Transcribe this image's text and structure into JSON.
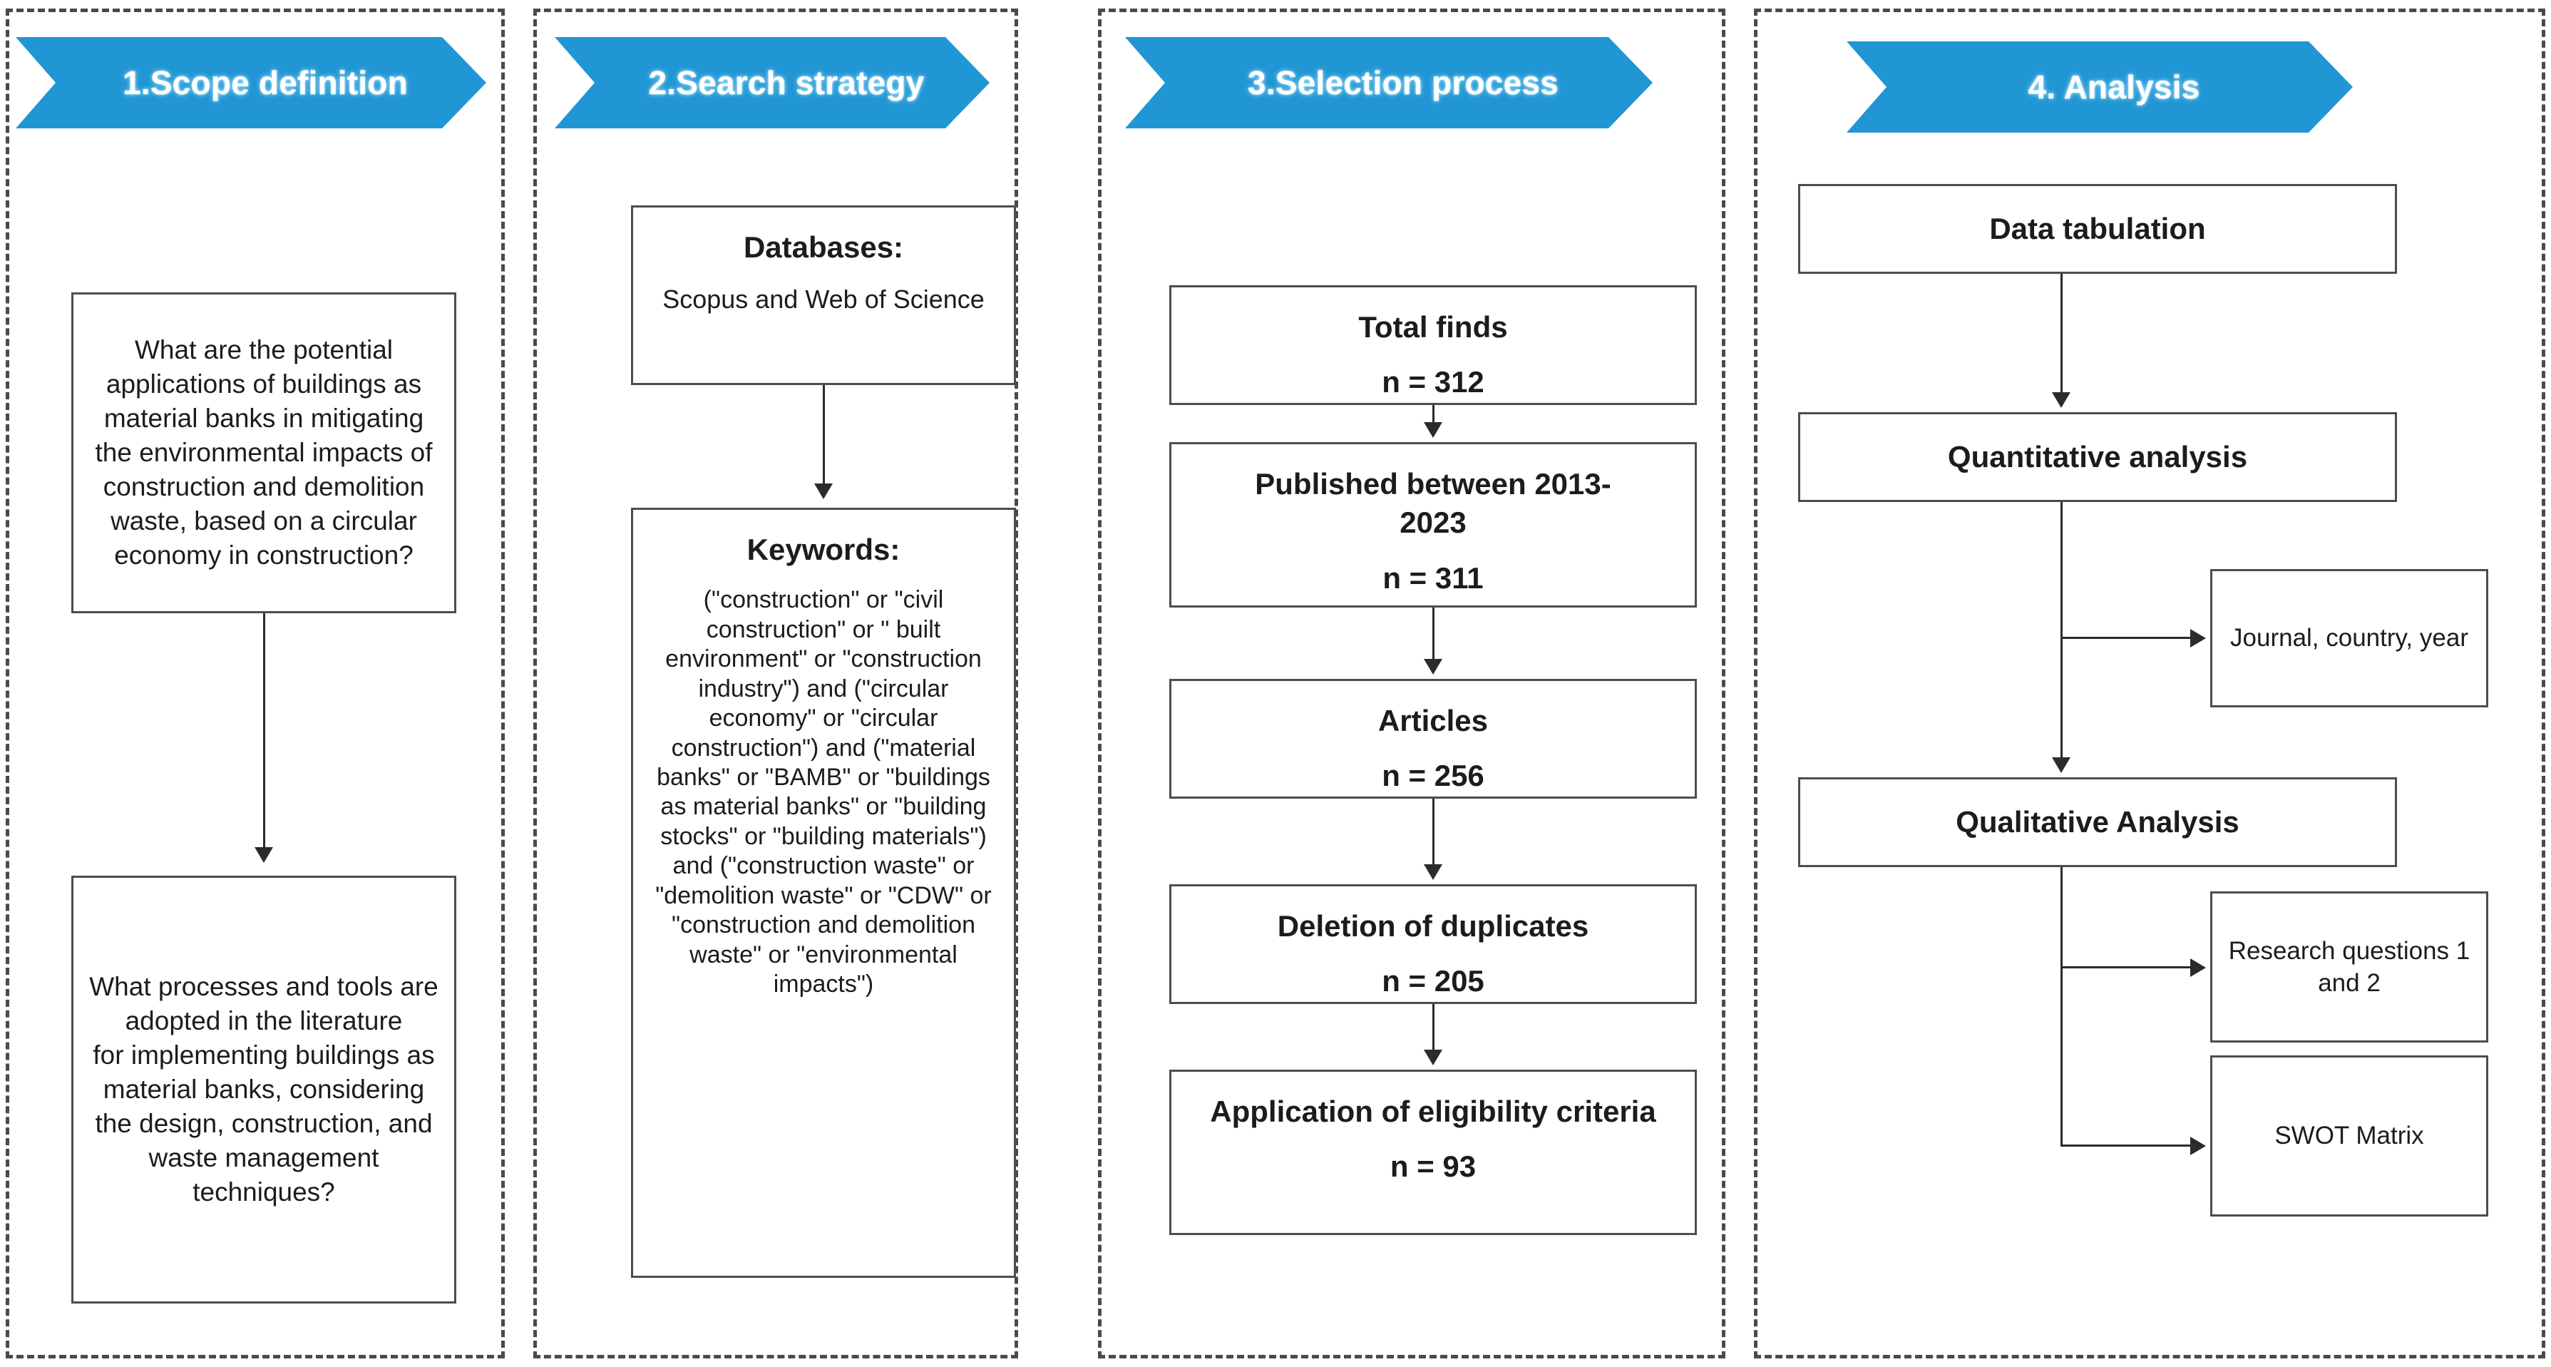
{
  "diagram": {
    "title": "Systematic literature review methodology flowchart",
    "accent_color": "#2196d4",
    "box_border_color": "#4d4d4d",
    "panel_border_color": "#4a4a4a",
    "connector_color": "#2b2b2b"
  },
  "stages": [
    {
      "id": "scope",
      "header": "1.Scope definition",
      "boxes": [
        {
          "id": "research-question-1",
          "text": "What are the potential applications of buildings as material banks in mitigating the environmental impacts of construction and demolition waste, based on a circular economy in construction?"
        },
        {
          "id": "research-question-2",
          "text": "What processes and tools are adopted in the literature\nfor implementing buildings as material banks, considering the design, construction, and waste management techniques?"
        }
      ]
    },
    {
      "id": "search",
      "header": "2.Search strategy",
      "databases": {
        "title": "Databases:",
        "value": "Scopus and Web of Science"
      },
      "keywords": {
        "title": "Keywords:",
        "value": "(\"construction\" or \"civil construction\" or \" built environment\" or \"construction industry\") and (\"circular economy\" or \"circular construction\") and (\"material banks\" or \"BAMB\" or \"buildings as material banks\" or \"building stocks\" or \"building materials\") and (\"construction waste\" or \"demolition waste\" or \"CDW\" or \"construction and demolition waste\" or \"environmental impacts\")"
      }
    },
    {
      "id": "selection",
      "header": "3.Selection process",
      "steps": [
        {
          "id": "total-finds",
          "label": "Total finds",
          "count": "n = 312"
        },
        {
          "id": "published-between",
          "label": "Published between 2013-\n2023",
          "count": "n = 311"
        },
        {
          "id": "articles",
          "label": "Articles",
          "count": "n = 256"
        },
        {
          "id": "deletion-of-duplicates",
          "label": "Deletion of duplicates",
          "count": "n = 205"
        },
        {
          "id": "eligibility-criteria",
          "label": "Application of eligibility criteria",
          "count": "n = 93"
        }
      ]
    },
    {
      "id": "analysis",
      "header": "4. Analysis",
      "steps": [
        {
          "id": "data-tabulation",
          "label": "Data tabulation"
        },
        {
          "id": "quantitative-analysis",
          "label": "Quantitative analysis"
        },
        {
          "id": "qualitative-analysis",
          "label": "Qualitative Analysis"
        }
      ],
      "outputs": [
        {
          "id": "journal-country-year",
          "label": "Journal, country, year"
        },
        {
          "id": "research-questions",
          "label": "Research questions 1 and 2"
        },
        {
          "id": "swot-matrix",
          "label": "SWOT Matrix"
        }
      ]
    }
  ]
}
